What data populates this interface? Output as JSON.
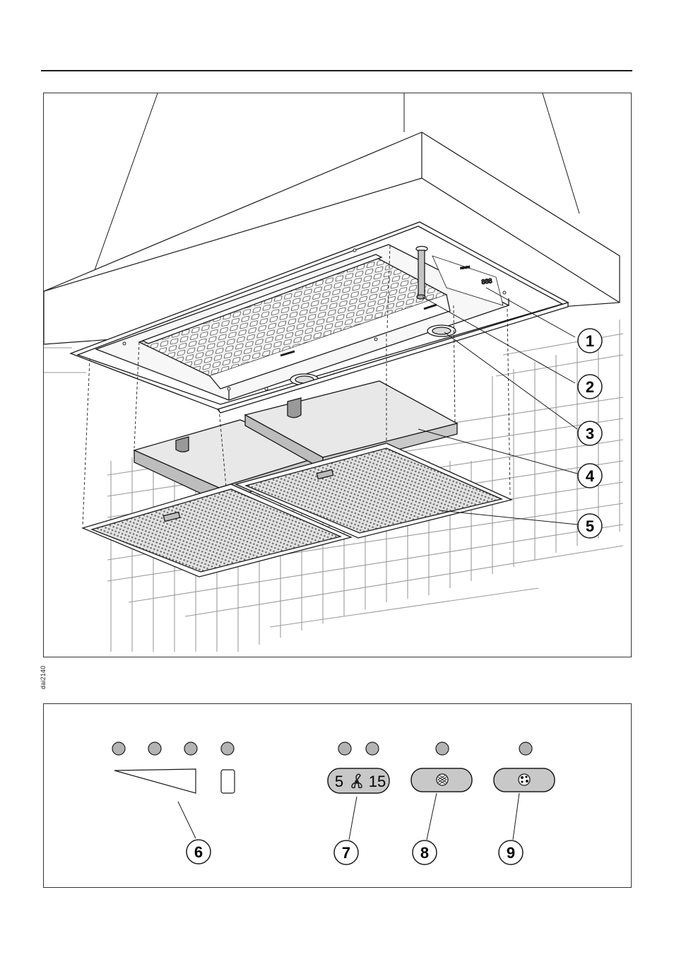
{
  "figure_code": "dai2140",
  "callouts": {
    "c1": "1",
    "c2": "2",
    "c3": "3",
    "c4": "4",
    "c5": "5",
    "c6": "6",
    "c7": "7",
    "c8": "8",
    "c9": "9"
  },
  "control_panel": {
    "timer_button": {
      "left_value": "5",
      "right_value": "15",
      "icon": "fan-icon"
    },
    "grease_filter_button": {
      "icon": "grease-filter-icon"
    },
    "charcoal_filter_button": {
      "icon": "charcoal-filter-icon"
    },
    "fan_speed_indicators": 4
  },
  "colors": {
    "line": "#1a1a1a",
    "filter_grey": "#c9c9c9",
    "led_grey": "#b3b3b3",
    "button_grey": "#c8c8c8"
  }
}
